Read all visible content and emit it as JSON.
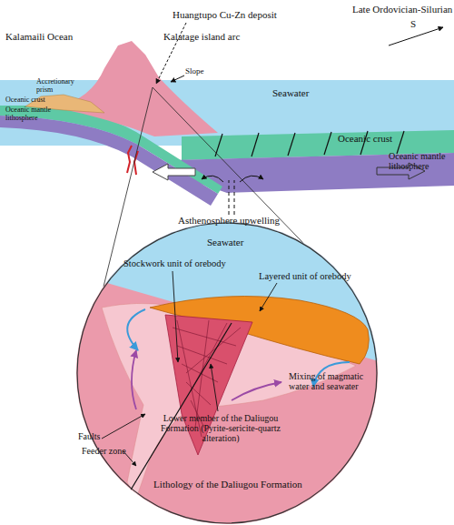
{
  "diagram": {
    "nodes": [
      {
        "text": [
          "Lithology of the Daliugou Formation"
        ]
      }
    ],
    "labels": [
      "Late Ordovician-Silurian",
      "S",
      "Kalamaili Ocean",
      "Huangtupo Cu-Zn deposit",
      "Kalatage island arc",
      "Accretionary prism",
      "Slope",
      "Seawater",
      "Oceanic crust",
      "Oceanic crust",
      "Oceanic mantle lithosphere",
      "Oceanic mantle lithosphere",
      "Asthenosphere upwelling",
      "Seawater",
      "Stockwork unit of orebody",
      "Layered unit of orebody",
      "Mixing of magmatic water and seawater",
      "Faults",
      "Feeder zone",
      "Lower member of the Daliugou Formation (Pyrite-sericite-quartz alteration)"
    ]
  }
}
